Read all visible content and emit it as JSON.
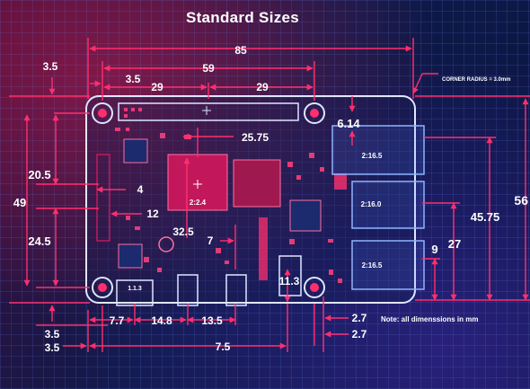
{
  "title": "Standard Sizes",
  "corner_radius_note": "CORNER RADIUS = 3.0mm",
  "footnote": "Note: all dimenssions in mm",
  "dimensions": {
    "d85": "85",
    "d59": "59",
    "d3_5_top": "3.5",
    "d3_5_inner": "3.5",
    "d29_left": "29",
    "d29_right": "29",
    "d6_14": "6.14",
    "d25_75": "25.75",
    "d20_5": "20.5",
    "d4": "4",
    "d49": "49",
    "d12": "12",
    "d24_5": "24.5",
    "d32_5": "32.5",
    "d7": "7",
    "d56": "56",
    "d45_75": "45.75",
    "d27": "27",
    "d9": "9",
    "d11_3": "11.3",
    "d3_5_bl1": "3.5",
    "d3_5_bl2": "3.5",
    "d7_7": "7.7",
    "d14_8": "14.8",
    "d13_5": "13.5",
    "d7_5": "7.5",
    "d2_7_a": "2.7",
    "d2_7_b": "2.7"
  },
  "labels": {
    "soc": "2:2.4",
    "usb_top": "2:16.5",
    "usb_mid": "2:16.0",
    "usb_bot": "2:16.5",
    "usb_c": "1.1.3"
  },
  "colors": {
    "dimension": "#ff2f6e",
    "board_outline": "#dfe6ff",
    "port": "#8fb4ff",
    "chip": "#c2185b"
  }
}
